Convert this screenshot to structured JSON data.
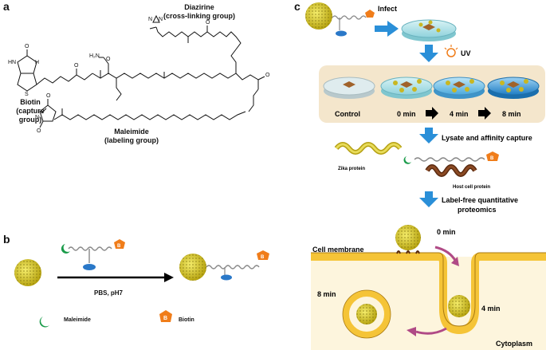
{
  "panels": {
    "a": "a",
    "b": "b",
    "c": "c"
  },
  "panel_a": {
    "diazirine": {
      "name": "Diazirine",
      "role": "(cross-linking group)"
    },
    "biotin": {
      "name": "Biotin",
      "role": "(capture group)"
    },
    "maleimide": {
      "name": "Maleimide",
      "role": "(labeling group)"
    },
    "atoms": {
      "S": "S",
      "O": "O",
      "N": "N",
      "H": "H",
      "H2N": "H₂N",
      "NH": "N",
      "HN": "HN"
    }
  },
  "panel_b": {
    "conditions": "PBS, pH7",
    "legend": [
      {
        "name": "Maleimide",
        "glyph": "crescent",
        "color": "#1a9b4a"
      },
      {
        "name": "Biotin",
        "glyph": "B",
        "color": "#f07d1a"
      }
    ],
    "diazirine_glyph": "N=N"
  },
  "panel_c": {
    "infect": "Infect",
    "uv": "UV",
    "conditions": [
      "Control",
      "0 min",
      "4 min",
      "8 min"
    ],
    "lysate": "Lysate and affinity capture",
    "zika": "Zika protein",
    "host": "Host cell protein",
    "proteomics": [
      "Label-free quantitative",
      "proteomics"
    ],
    "cell_membrane": "Cell membrane",
    "cytoplasm": "Cytoplasm",
    "times": {
      "t0": "0 min",
      "t4": "4 min",
      "t8": "8 min"
    },
    "colors": {
      "arrow": "#2a8fd8",
      "membrane": "#f5c437",
      "cytoplasm": "#fdf5dd",
      "virus": "#d4c41a",
      "motion": "#b04a86",
      "dish_tray": "#f4e6cc"
    }
  }
}
